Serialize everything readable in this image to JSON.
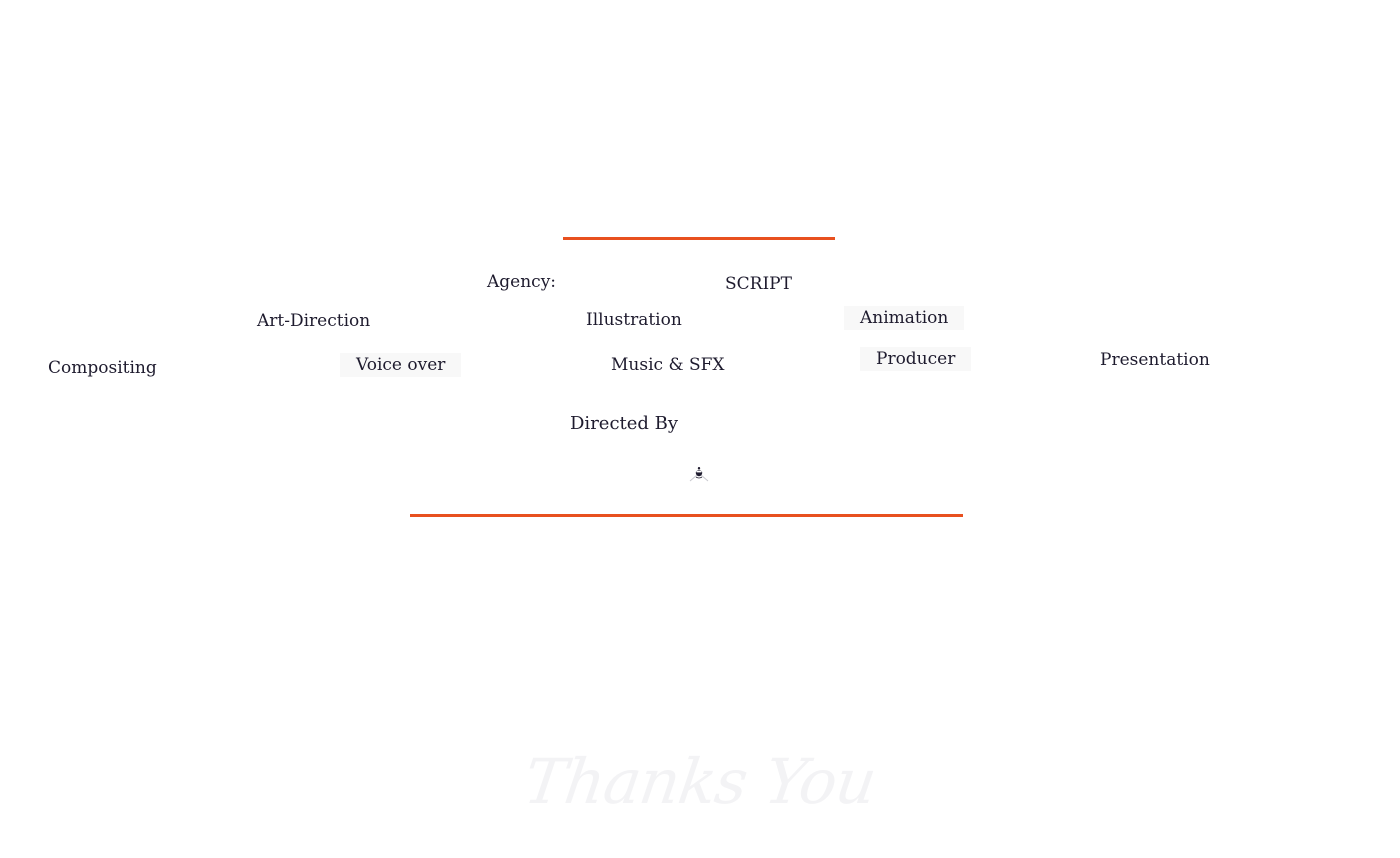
{
  "page": {
    "heading": "",
    "accent_color": "#e8501f",
    "text_color": "#1e1b2e"
  },
  "credits": {
    "agency": {
      "label": "Agency:",
      "value": ""
    },
    "script": {
      "label": "SCRIPT",
      "value": ""
    },
    "art_direction": {
      "label": "Art-Direction",
      "value": ""
    },
    "illustration": {
      "label": "Illustration",
      "value": ""
    },
    "animation": {
      "label": "Animation",
      "value": ""
    },
    "compositing": {
      "label": "Compositing",
      "value": ""
    },
    "voice_over": {
      "label": "Voice over",
      "value": ""
    },
    "music_sfx": {
      "label": "Music & SFX",
      "value": ""
    },
    "producer": {
      "label": "Producer",
      "value": ""
    },
    "presentation": {
      "label": "Presentation",
      "value": ""
    },
    "directed_by": {
      "label": "Directed By",
      "value": ""
    }
  },
  "footer": {
    "note_line1": "",
    "note_line2": "",
    "thanks_text": "Thanks You"
  },
  "icons": {
    "mascot": "mascot-icon"
  }
}
